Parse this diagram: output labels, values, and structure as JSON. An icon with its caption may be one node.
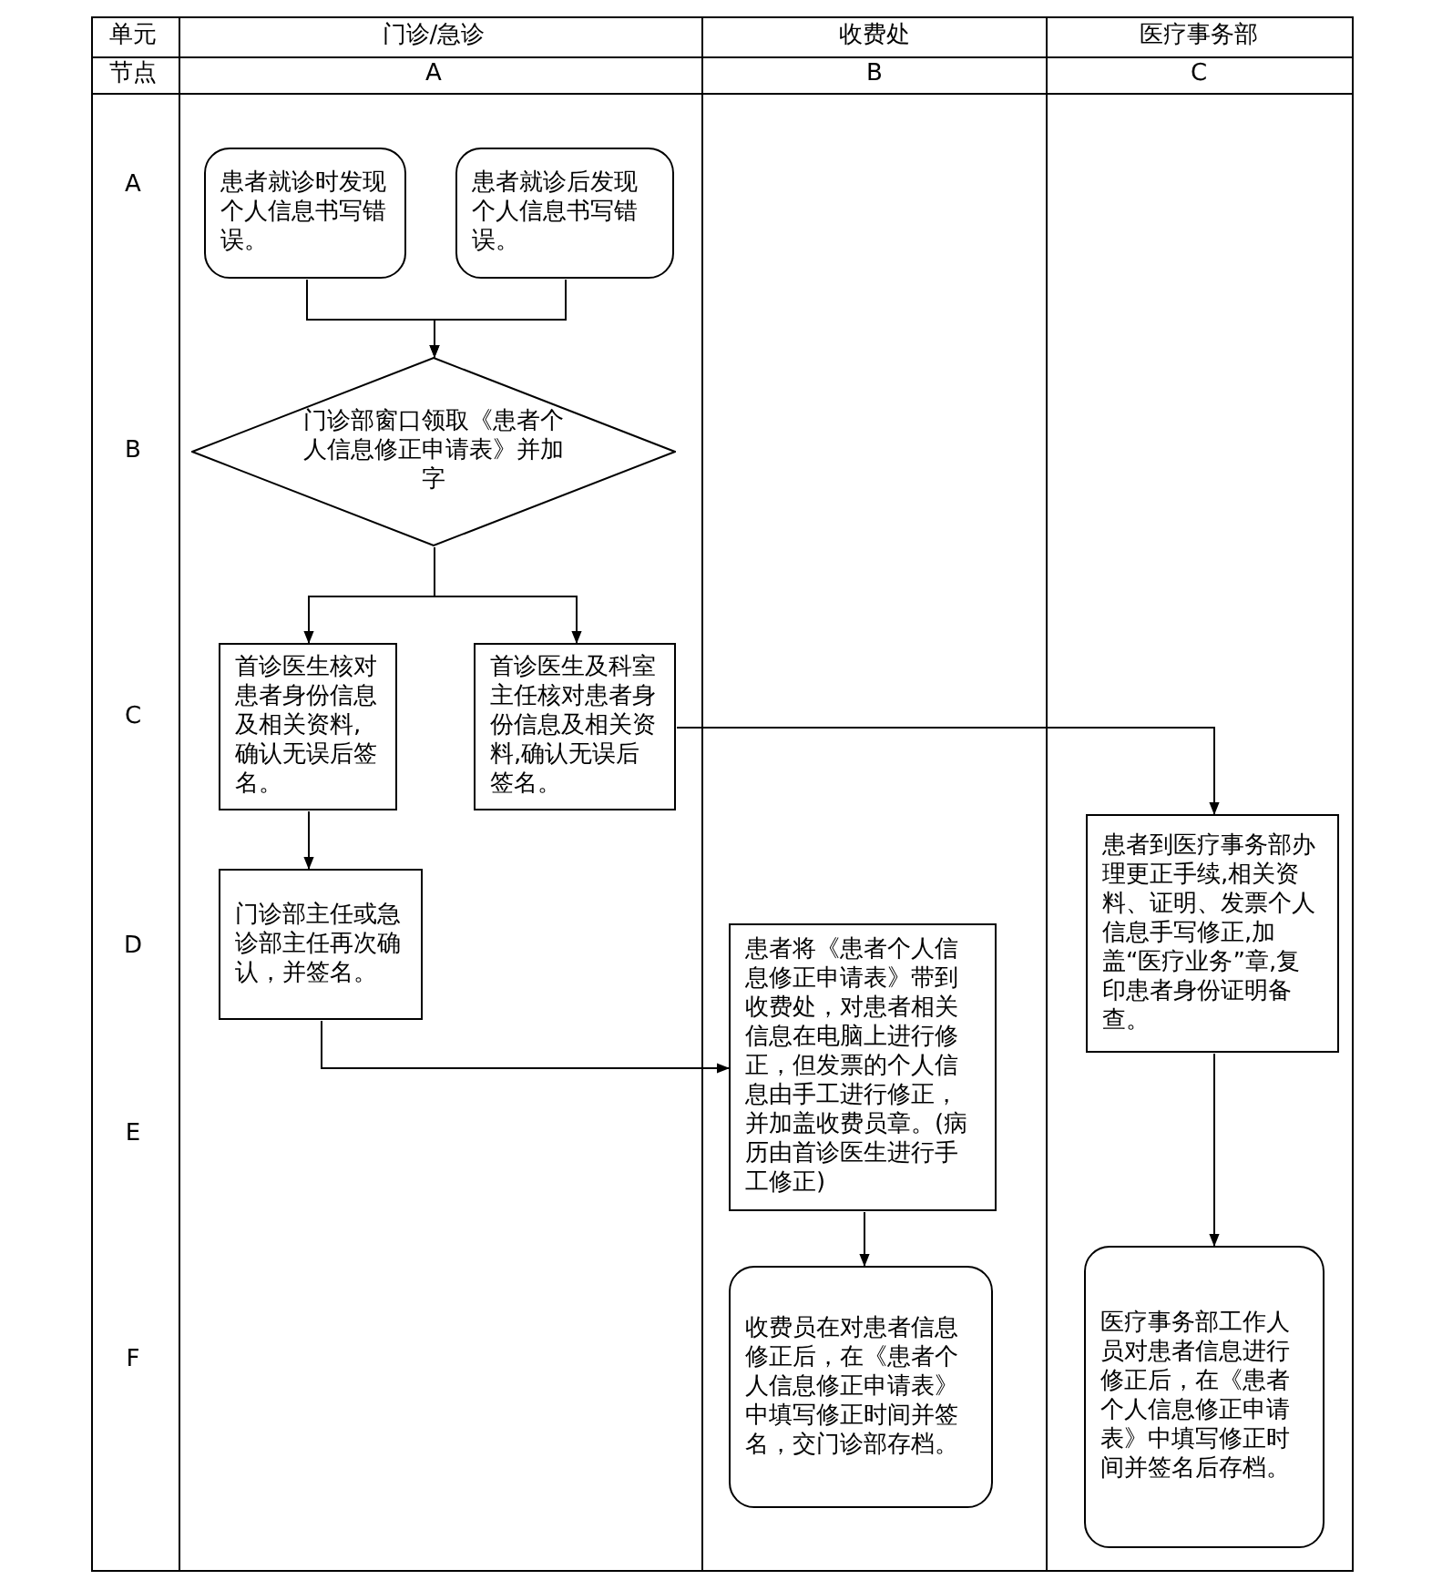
{
  "diagram": {
    "nodes": [
      {
        "text": [
          "患者就诊时发现个人信息书写错误。"
        ]
      },
      {
        "text": [
          "患者就诊后发现个人信息书写错误。"
        ]
      },
      {
        "text": [
          "门诊部窗口领取《患者个人信息修正申请表》并加字"
        ]
      },
      {
        "text": [
          "首诊医生核对患者身份信息及相关资料,确认无误后签名。"
        ]
      },
      {
        "text": [
          "首诊医生及科室主任核对患者身份信息及相关资料,确认无误后签名。"
        ]
      },
      {
        "text": [
          "门诊部主任或急诊部主任再次确认，并签名。"
        ]
      },
      {
        "text": [
          "患者将《患者个人信息修正申请表》带到收费处，对患者相关信息在电脑上进行修正，但发票的个人信息由手工进行修正，并加盖收费员章。(病历由首诊医生进行手工修正)"
        ]
      },
      {
        "text": [
          "患者到医疗事务部办理更正手续,相关资料、证明、发票个人信息手写修正,加盖“医疗业务”章,复印患者身份证明备查。"
        ]
      },
      {
        "text": [
          "收费员在对患者信息修正后，在《患者个人信息修正申请表》中填写修正时间并签名，交门诊部存档。"
        ]
      },
      {
        "text": [
          "医疗事务部工作人员对患者信息进行修正后，在《患者个人信息修正申请表》中填写修正时间并签名后存档。"
        ]
      }
    ],
    "edges": [
      {
        "from": 0,
        "to": 2,
        "arrow": "to"
      },
      {
        "from": 1,
        "to": 2,
        "arrow": "to"
      },
      {
        "from": 2,
        "to": 3,
        "arrow": "to"
      },
      {
        "from": 2,
        "to": 4,
        "arrow": "to"
      },
      {
        "from": 3,
        "to": 5,
        "arrow": "to"
      },
      {
        "from": 4,
        "to": 7,
        "arrow": "to"
      },
      {
        "from": 5,
        "to": 6,
        "arrow": "to"
      },
      {
        "from": 6,
        "to": 8,
        "arrow": "to"
      },
      {
        "from": 7,
        "to": 9,
        "arrow": "to"
      }
    ],
    "labels": [
      "单元",
      "门诊/急诊",
      "收费处",
      "医疗事务部",
      "节点",
      "A",
      "B",
      "C",
      "A",
      "B",
      "C",
      "D",
      "E",
      "F"
    ]
  }
}
